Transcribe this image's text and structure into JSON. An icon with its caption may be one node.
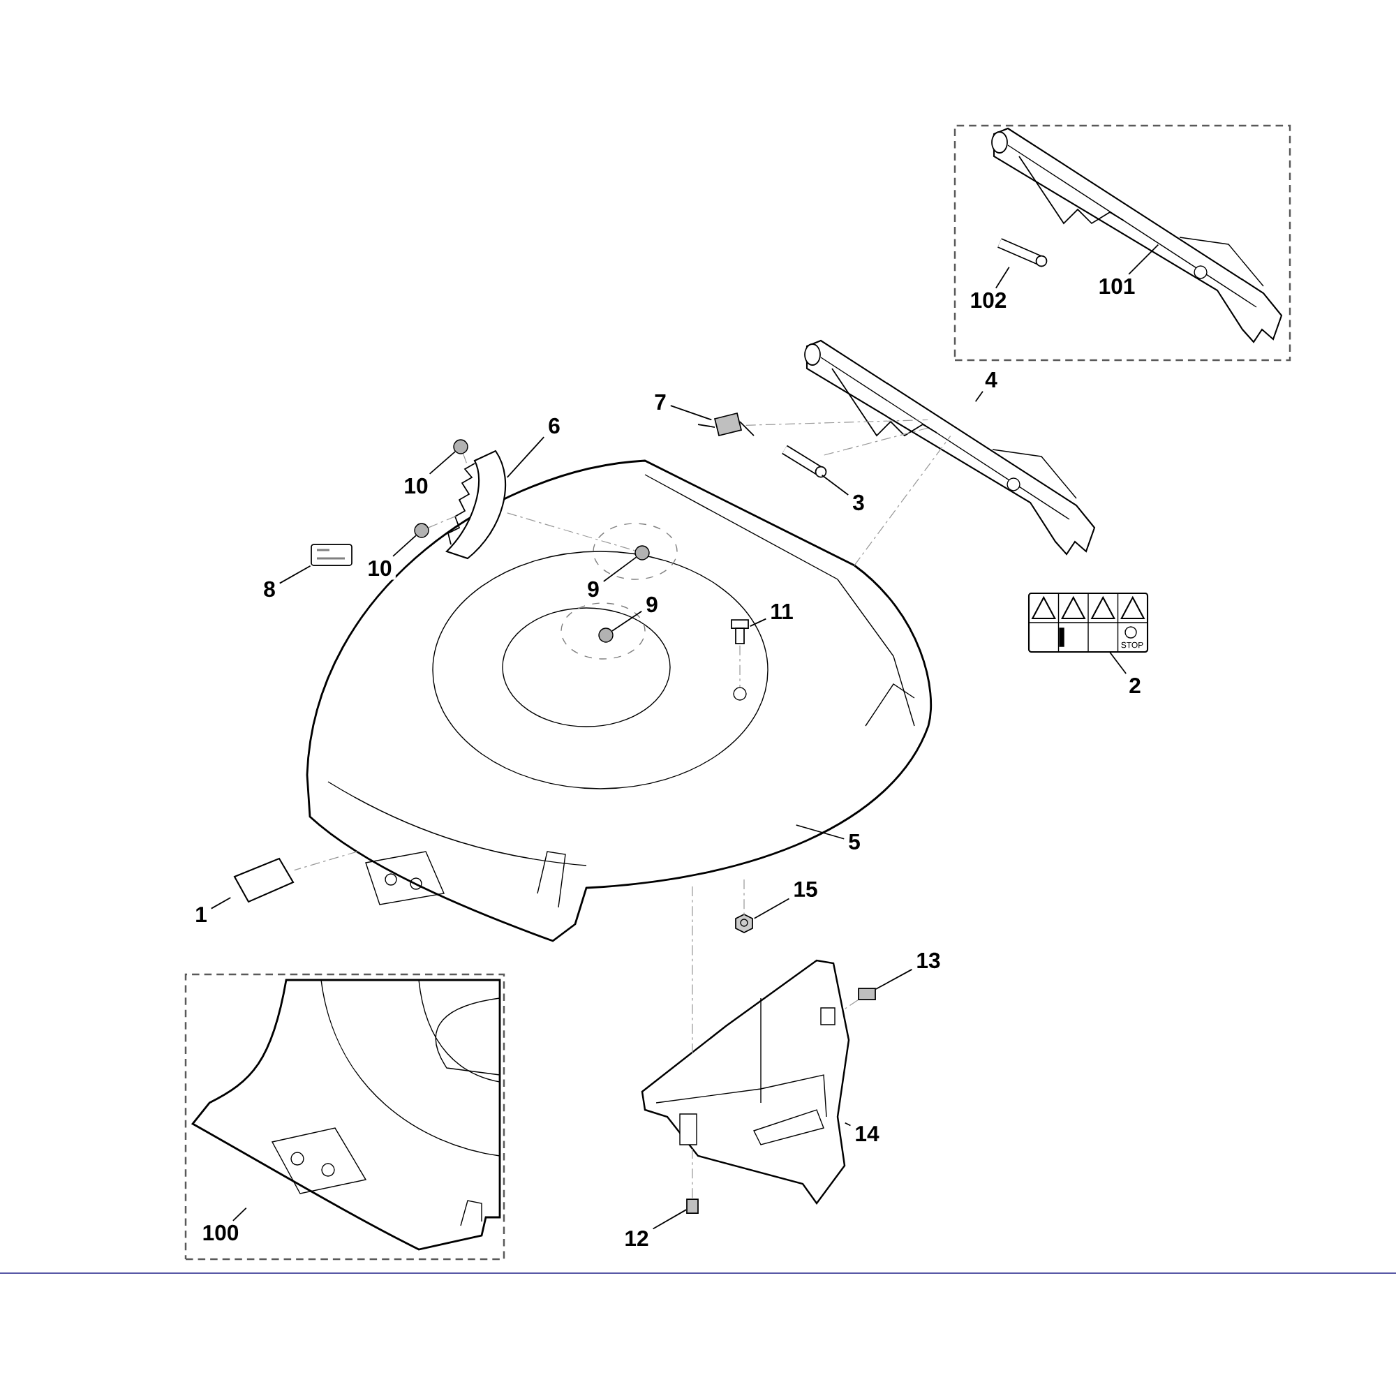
{
  "diagram": {
    "nodes": [
      {
        "text": [],
        "shape": "box"
      },
      {
        "text": [
          "102"
        ],
        "in": 0
      },
      {
        "text": [],
        "shape": "picture",
        "in": 0
      },
      {
        "text": [
          "101"
        ],
        "in": 0
      },
      {
        "text": [],
        "shape": "picture",
        "in": 0
      },
      {
        "text": [
          "7"
        ]
      },
      {
        "text": [],
        "shape": "picture"
      },
      {
        "text": [
          "4"
        ]
      },
      {
        "text": [],
        "shape": "picture"
      },
      {
        "text": [
          "6"
        ]
      },
      {
        "text": [],
        "shape": "picture"
      },
      {
        "text": [
          "10"
        ]
      },
      {
        "text": [],
        "shape": "circle"
      },
      {
        "text": [
          "3"
        ]
      },
      {
        "text": [],
        "shape": "picture"
      },
      {
        "text": [
          "8"
        ]
      },
      {
        "text": [],
        "shape": "picture"
      },
      {
        "text": [
          "10"
        ]
      },
      {
        "text": [],
        "shape": "circle"
      },
      {
        "text": [
          "9"
        ],
        "in": 28
      },
      {
        "text": [],
        "shape": "circle",
        "in": 28
      },
      {
        "text": [
          "9"
        ],
        "in": 28
      },
      {
        "text": [],
        "shape": "circle",
        "in": 28
      },
      {
        "text": [
          "11"
        ],
        "in": 28
      },
      {
        "text": [],
        "shape": "picture",
        "in": 28
      },
      {
        "text": [
          "2"
        ]
      },
      {
        "text": [],
        "shape": "picture"
      },
      {
        "text": [
          "5"
        ]
      },
      {
        "text": [],
        "shape": "picture"
      },
      {
        "text": [
          "1"
        ]
      },
      {
        "text": [],
        "shape": "picture"
      },
      {
        "text": [
          "15"
        ]
      },
      {
        "text": [],
        "shape": "picture"
      },
      {
        "text": [
          "13"
        ]
      },
      {
        "text": [],
        "shape": "box"
      },
      {
        "text": [
          "14"
        ]
      },
      {
        "text": [],
        "shape": "picture"
      },
      {
        "text": [],
        "shape": "box"
      },
      {
        "text": [
          "100"
        ],
        "in": 37
      },
      {
        "text": [],
        "shape": "picture",
        "in": 37
      },
      {
        "text": [
          "12"
        ]
      },
      {
        "text": [],
        "shape": "box"
      },
      {
        "text": [],
        "shape": "circle",
        "in": 28
      }
    ],
    "edges": [
      {
        "from": 1,
        "to": 2,
        "arrow": "none"
      },
      {
        "from": 3,
        "to": 4,
        "arrow": "none"
      },
      {
        "from": 5,
        "to": 6,
        "arrow": "none"
      },
      {
        "from": 7,
        "to": 8,
        "arrow": "none"
      },
      {
        "from": 9,
        "to": 10,
        "arrow": "none"
      },
      {
        "from": 11,
        "to": 12,
        "arrow": "none"
      },
      {
        "from": 13,
        "to": 14,
        "arrow": "none"
      },
      {
        "from": 15,
        "to": 16,
        "arrow": "none"
      },
      {
        "from": 17,
        "to": 18,
        "arrow": "none"
      },
      {
        "from": 19,
        "to": 20,
        "arrow": "none"
      },
      {
        "from": 21,
        "to": 22,
        "arrow": "none"
      },
      {
        "from": 23,
        "to": 24,
        "arrow": "none"
      },
      {
        "from": 25,
        "to": 26,
        "arrow": "none"
      },
      {
        "from": 27,
        "to": 28,
        "arrow": "none"
      },
      {
        "from": 29,
        "to": 30,
        "arrow": "none"
      },
      {
        "from": 31,
        "to": 32,
        "arrow": "none"
      },
      {
        "from": 33,
        "to": 34,
        "arrow": "none"
      },
      {
        "from": 35,
        "to": 36,
        "arrow": "none"
      },
      {
        "from": 38,
        "to": 39,
        "arrow": "none"
      },
      {
        "from": 40,
        "to": 41,
        "arrow": "none"
      },
      {
        "from": 6,
        "to": 8,
        "arrow": "none",
        "style": "dashed",
        "color": "#999999"
      },
      {
        "from": 28,
        "to": 30,
        "arrow": "none",
        "style": "dashed",
        "color": "#999999"
      },
      {
        "from": 34,
        "to": 36,
        "arrow": "none",
        "style": "dashed",
        "color": "#999999"
      },
      {
        "from": 10,
        "to": 20,
        "arrow": "none",
        "style": "dashed",
        "color": "#999999"
      },
      {
        "from": 18,
        "to": 10,
        "arrow": "none",
        "style": "dashed",
        "color": "#999999"
      },
      {
        "from": 12,
        "to": 10,
        "arrow": "none",
        "style": "dashed",
        "color": "#999999"
      },
      {
        "from": 24,
        "to": 42,
        "arrow": "none",
        "style": "dashed",
        "color": "#999999"
      },
      {
        "from": 14,
        "to": 8,
        "arrow": "none",
        "style": "dashed",
        "color": "#999999"
      },
      {
        "from": 28,
        "to": 8,
        "arrow": "none",
        "style": "dashed",
        "color": "#999999"
      },
      {
        "from": 28,
        "to": 36,
        "arrow": "none",
        "style": "dashed",
        "color": "#999999"
      },
      {
        "from": 28,
        "to": 32,
        "arrow": "none",
        "style": "dashed",
        "color": "#999999"
      },
      {
        "from": 36,
        "to": 41,
        "arrow": "none",
        "style": "dashed",
        "color": "#999999"
      }
    ],
    "labels": [
      "STOP"
    ]
  }
}
